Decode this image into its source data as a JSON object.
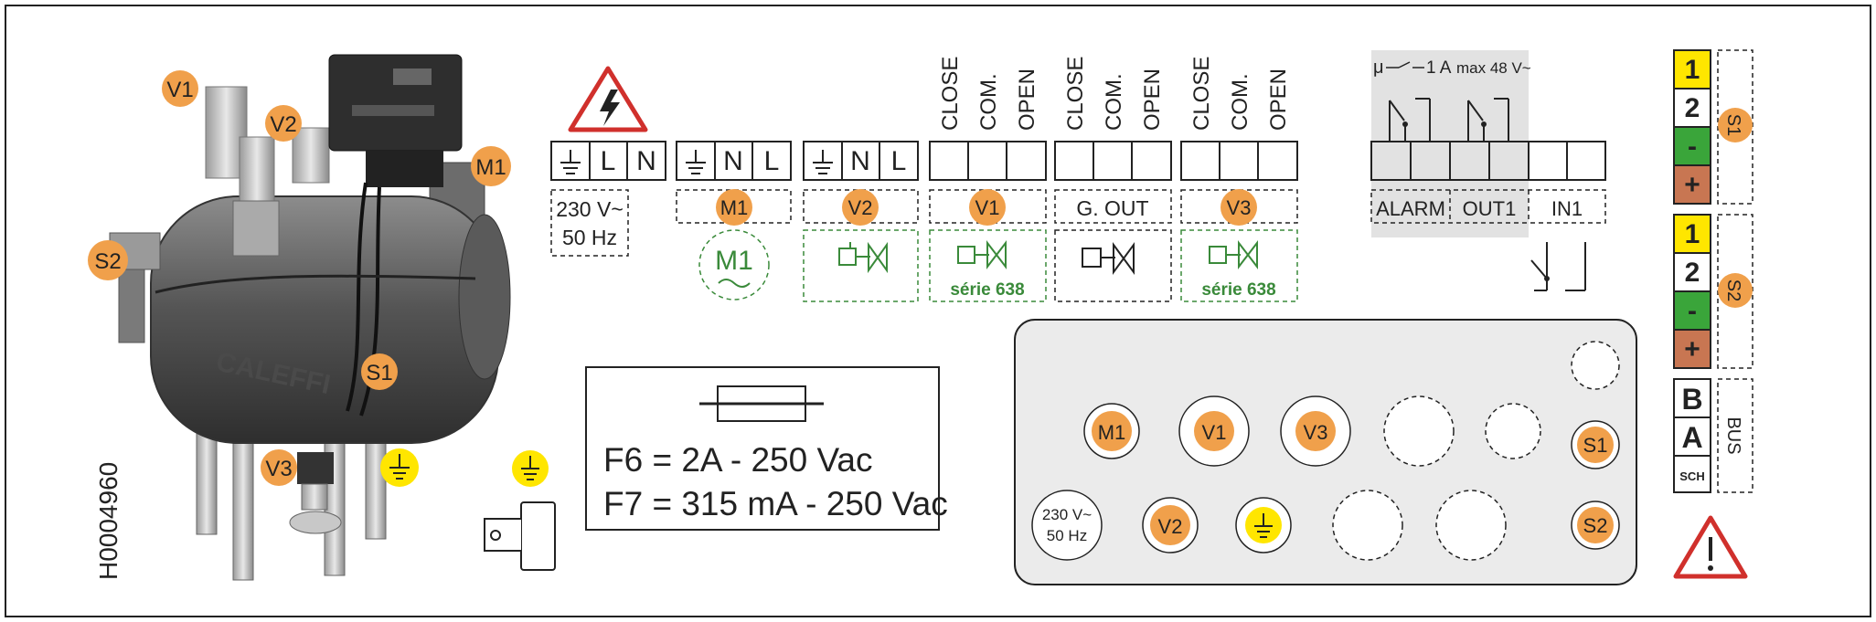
{
  "doc_code": "H0004960",
  "device": {
    "labels": {
      "v1": "V1",
      "v2": "V2",
      "m1": "M1",
      "s2": "S2",
      "s1": "S1",
      "v3": "V3"
    },
    "brand": "CALEFFI"
  },
  "terminals": {
    "supply_l": "L",
    "supply_n": "N",
    "m1_n": "N",
    "m1_l": "L",
    "v2_n": "N",
    "v2_l": "L",
    "supply_label_1": "230 V~",
    "supply_label_2": "50 Hz",
    "m1_tag": "M1",
    "v2_tag": "V2",
    "v1_tag": "V1",
    "gout_tag": "G. OUT",
    "v3_tag": "V3",
    "motor_symbol": "M1",
    "v1_series": "série 638",
    "v3_series": "série 638",
    "cols": {
      "v1": [
        "CLOSE",
        "COM.",
        "OPEN"
      ],
      "gout": [
        "CLOSE",
        "COM.",
        "OPEN"
      ],
      "v3": [
        "CLOSE",
        "COM.",
        "OPEN"
      ]
    }
  },
  "relays": {
    "rating_1": "1 A",
    "rating_2": "max 48 V~",
    "alarm": "ALARM",
    "out1": "OUT1",
    "in1": "IN1"
  },
  "fuses": {
    "f6": "F6 = 2A - 250 Vac",
    "f7": "F7 = 315 mA - 250 Vac"
  },
  "panel": {
    "m1": "M1",
    "v1": "V1",
    "v3": "V3",
    "s1": "S1",
    "s2": "S2",
    "v2": "V2",
    "supply_1": "230 V~",
    "supply_2": "50 Hz"
  },
  "sensors": {
    "s1_pins": [
      "1",
      "2",
      "-",
      "+"
    ],
    "s2_pins": [
      "1",
      "2",
      "-",
      "+"
    ],
    "s1_tag": "S1",
    "s2_tag": "S2",
    "bus_pins": [
      "B",
      "A",
      "SCH"
    ],
    "bus_tag": "BUS"
  },
  "colors": {
    "orange": "#f0a04b",
    "yellow": "#ffe600",
    "green": "#3aa53a",
    "brown": "#c87652",
    "valve_green": "#3a8a3a",
    "warning_red": "#d0302c",
    "relay_gray": "#e2e2e2"
  }
}
